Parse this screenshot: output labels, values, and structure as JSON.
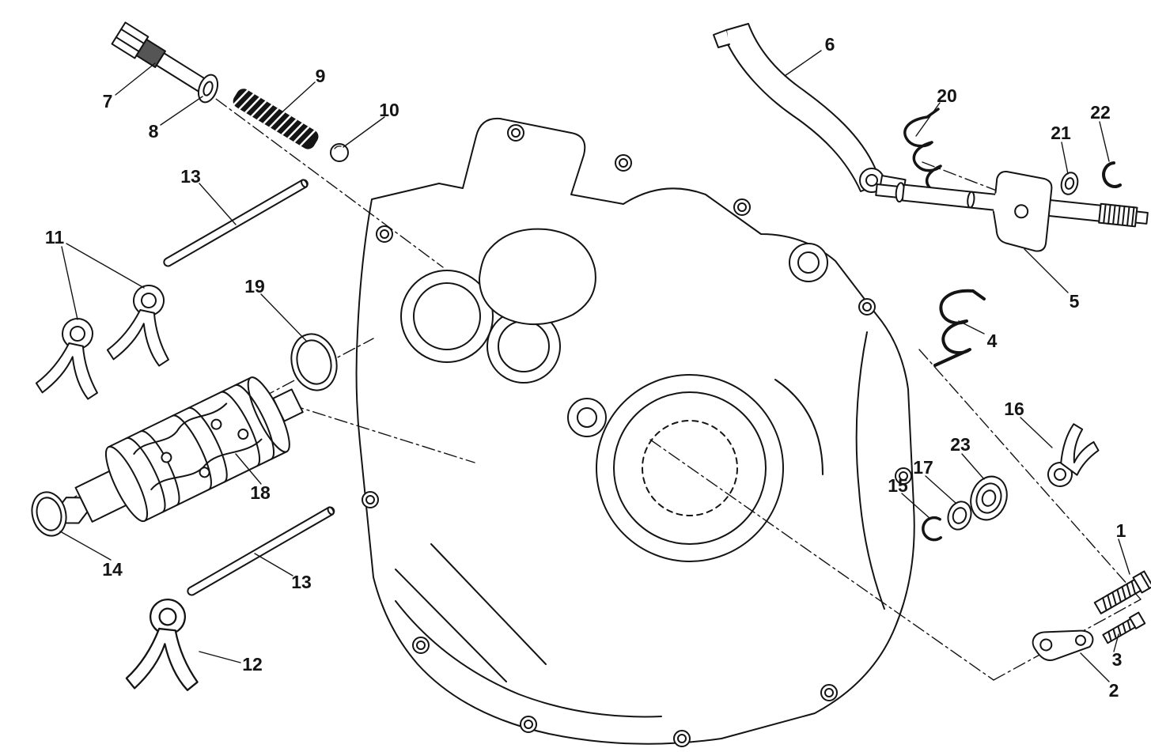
{
  "diagram": {
    "background_color": "#ffffff",
    "line_color": "#141414",
    "callouts": [
      {
        "label": "7"
      },
      {
        "label": "8"
      },
      {
        "label": "9"
      },
      {
        "label": "10"
      },
      {
        "label": "13"
      },
      {
        "label": "11"
      },
      {
        "label": "19"
      },
      {
        "label": "18"
      },
      {
        "label": "14"
      },
      {
        "label": "13"
      },
      {
        "label": "12"
      },
      {
        "label": "6"
      },
      {
        "label": "20"
      },
      {
        "label": "21"
      },
      {
        "label": "22"
      },
      {
        "label": "5"
      },
      {
        "label": "4"
      },
      {
        "label": "16"
      },
      {
        "label": "23"
      },
      {
        "label": "17"
      },
      {
        "label": "15"
      },
      {
        "label": "1"
      },
      {
        "label": "3"
      },
      {
        "label": "2"
      }
    ]
  }
}
